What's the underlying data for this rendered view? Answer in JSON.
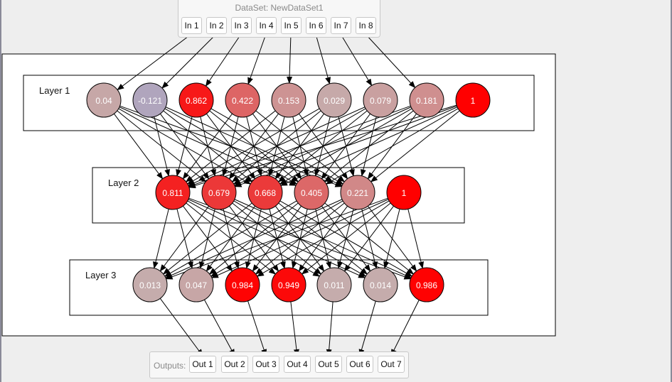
{
  "dataset": {
    "title": "DataSet: NewDataSet1",
    "inputs": [
      "In 1",
      "In 2",
      "In 3",
      "In 4",
      "In 5",
      "In 6",
      "In 7",
      "In 8"
    ]
  },
  "network": {
    "layers": [
      {
        "label": "Layer 1",
        "nodes": [
          "0.04",
          "-0.121",
          "0.862",
          "0.422",
          "0.153",
          "0.029",
          "0.079",
          "0.181",
          "1"
        ],
        "bias_index": 8
      },
      {
        "label": "Layer 2",
        "nodes": [
          "0.811",
          "0.679",
          "0.668",
          "0.405",
          "0.221",
          "1"
        ],
        "bias_index": 5
      },
      {
        "label": "Layer 3",
        "nodes": [
          "0.013",
          "0.047",
          "0.984",
          "0.949",
          "0.011",
          "0.014",
          "0.986"
        ],
        "bias_index": -1
      }
    ]
  },
  "outputs": {
    "label": "Outputs:",
    "items": [
      "Out 1",
      "Out 2",
      "Out 3",
      "Out 4",
      "Out 5",
      "Out 6",
      "Out 7"
    ]
  },
  "colors": {
    "positive": "#ff0000",
    "neutral": "#c4aeae",
    "negative": "#9a9ccc",
    "edge": "#000000"
  }
}
